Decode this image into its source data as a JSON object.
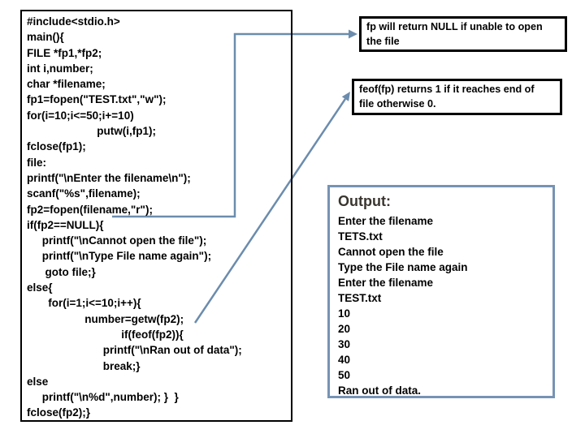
{
  "slide": {
    "code_box": {
      "lines": [
        "#include<stdio.h>",
        "main(){",
        "FILE *fp1,*fp2;",
        "int i,number;",
        "char *filename;",
        "fp1=fopen(\"TEST.txt\",\"w\");",
        "for(i=10;i<=50;i+=10)",
        "                       putw(i,fp1);",
        "fclose(fp1);",
        "file:",
        "printf(\"\\nEnter the filename\\n\");",
        "scanf(\"%s\",filename);",
        "fp2=fopen(filename,\"r\");",
        "if(fp2==NULL){",
        "     printf(\"\\nCannot open the file\");",
        "     printf(\"\\nType File name again\");",
        "      goto file;}",
        "else{",
        "       for(i=1;i<=10;i++){",
        "                   number=getw(fp2);",
        "                               if(feof(fp2)){",
        "                         printf(\"\\nRan out of data\");",
        "                         break;}",
        "else",
        "     printf(\"\\n%d\",number); }  }",
        "fclose(fp2);}"
      ]
    },
    "callout_fp_null": {
      "lines": [
        "fp will return NULL if unable to open",
        "the file"
      ]
    },
    "callout_feof": {
      "lines": [
        "feof(fp) returns 1 if it reaches end of",
        "file otherwise 0."
      ]
    },
    "output_box": {
      "title": "Output:",
      "lines": [
        "Enter the filename",
        "TETS.txt",
        "Cannot open the file",
        "Type the File name again",
        "Enter the filename",
        "TEST.txt",
        "10",
        "20",
        "30",
        "40",
        "50",
        "Ran out of data."
      ]
    },
    "colors": {
      "connector": "#6b8cad",
      "callout_border": "#000000",
      "code_border": "#000000",
      "output_border": "#7693b3",
      "output_title": "#3a352f",
      "text": "#000000"
    }
  }
}
